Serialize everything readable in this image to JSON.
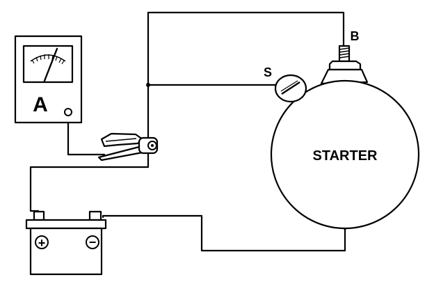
{
  "ammeter": {
    "symbol": "A"
  },
  "starter": {
    "label": "STARTER",
    "terminal_b": "B",
    "terminal_s": "S"
  },
  "battery": {
    "positive_symbol": "+",
    "negative_symbol": "−"
  }
}
